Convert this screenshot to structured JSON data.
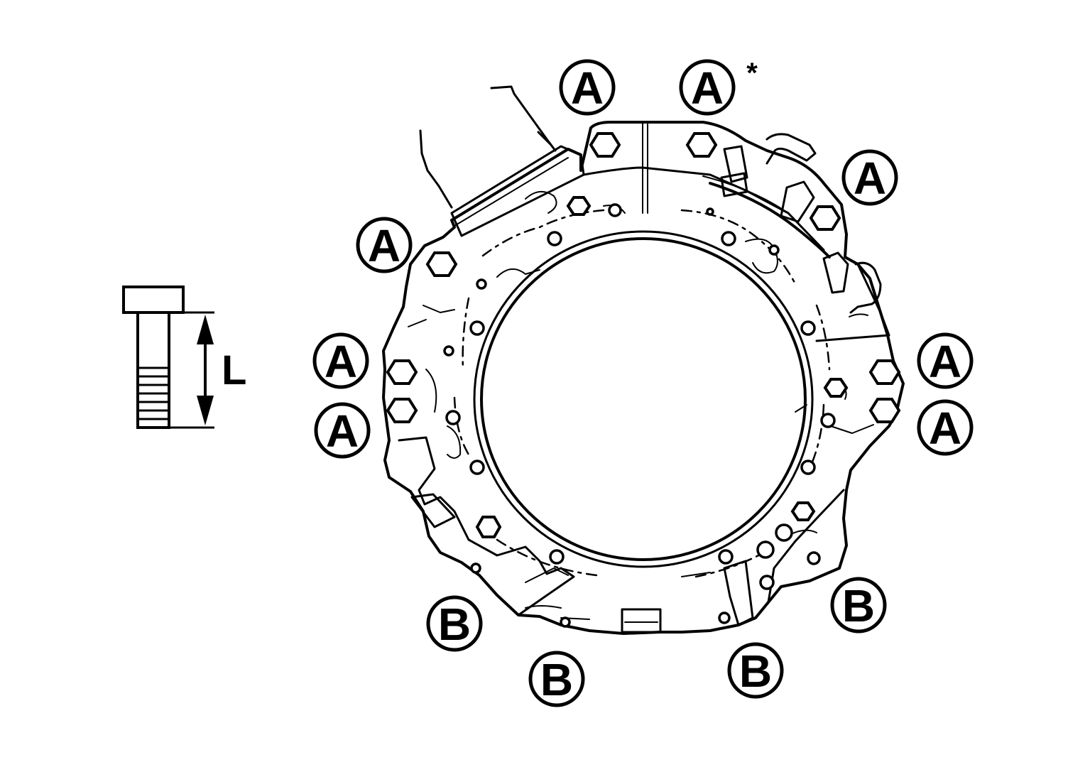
{
  "diagram": {
    "callout_labels": {
      "a": "A",
      "b": "B"
    },
    "asterisk": "*",
    "bolt_length_label": "L",
    "callouts": [
      {
        "id": "a-top-left",
        "label": "A"
      },
      {
        "id": "a-top-right",
        "label": "A",
        "asterisk": true
      },
      {
        "id": "a-upper-right",
        "label": "A"
      },
      {
        "id": "a-left-upper",
        "label": "A"
      },
      {
        "id": "a-left-mid",
        "label": "A"
      },
      {
        "id": "a-left-low",
        "label": "A"
      },
      {
        "id": "a-right-mid",
        "label": "A"
      },
      {
        "id": "a-right-low",
        "label": "A"
      },
      {
        "id": "b-bottom-left",
        "label": "B"
      },
      {
        "id": "b-bottom-center-left",
        "label": "B"
      },
      {
        "id": "b-bottom-center-right",
        "label": "B"
      },
      {
        "id": "b-bottom-right",
        "label": "B"
      }
    ]
  }
}
